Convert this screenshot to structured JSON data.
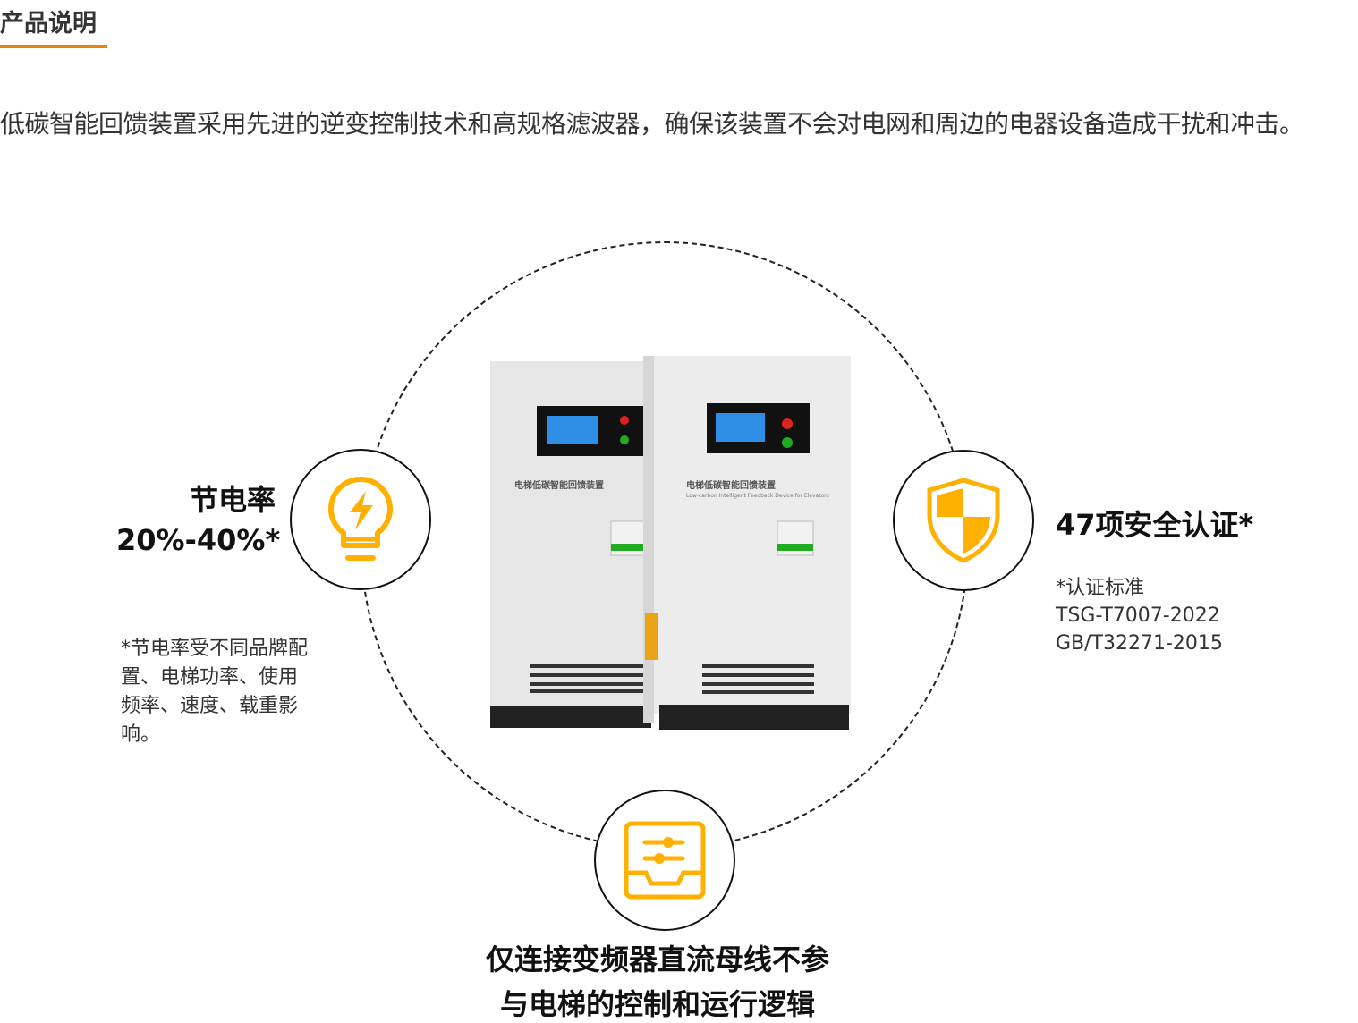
{
  "section": {
    "title": "产品说明"
  },
  "description": "低碳智能回馈装置采用先进的逆变控制技术和高规格滤波器，确保该装置不会对电网和周边的电器设备造成干扰和冲击。",
  "features": {
    "saving": {
      "title": "节电率",
      "value": "20%-40%*",
      "icon": "lightbulb-bolt-icon",
      "note": "*节电率受不同品牌配置、电梯功率、使用频率、速度、载重影响。"
    },
    "safety": {
      "title": "47项安全认证*",
      "icon": "shield-icon",
      "note_title": "*认证标准",
      "standards": [
        "TSG-T7007-2022",
        "GB/T32271-2015"
      ]
    },
    "connection": {
      "line1": "仅连接变频器直流母线不参",
      "line2": "与电梯的控制和运行逻辑",
      "icon": "sliders-tray-icon"
    }
  },
  "product": {
    "label_cn": "电梯低碳智能回馈装置",
    "label_en": "Low-carbon Intelligent Feedback Device for Elevators"
  },
  "colors": {
    "accent": "#e8850c",
    "icon": "#ffb000"
  }
}
